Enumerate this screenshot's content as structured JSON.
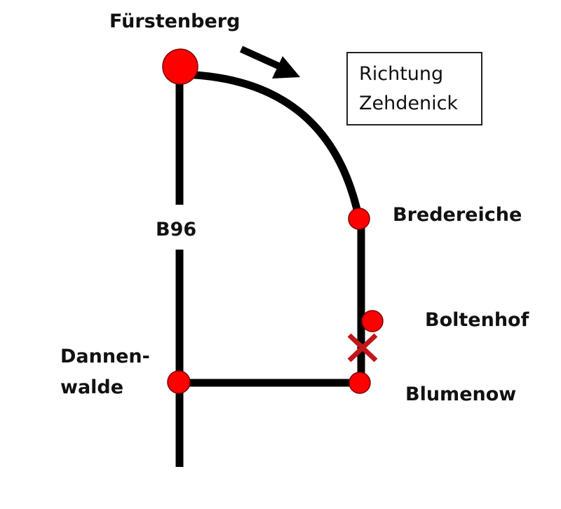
{
  "map": {
    "road_label": "B96",
    "places": {
      "fuerstenberg": "Fürstenberg",
      "bredereiche": "Bredereiche",
      "boltenhof": "Boltenhof",
      "blumenow": "Blumenow",
      "dannenwalde_line1": "Dannen-",
      "dannenwalde_line2": "walde"
    },
    "direction_box": {
      "line1": "Richtung",
      "line2": "Zehdenick"
    },
    "closure_marker": "blocked-road-x-icon",
    "colors": {
      "road": "#000000",
      "stop_fill": "#ff0000",
      "stop_stroke": "#7a0000",
      "closure": "#c0171b"
    }
  }
}
